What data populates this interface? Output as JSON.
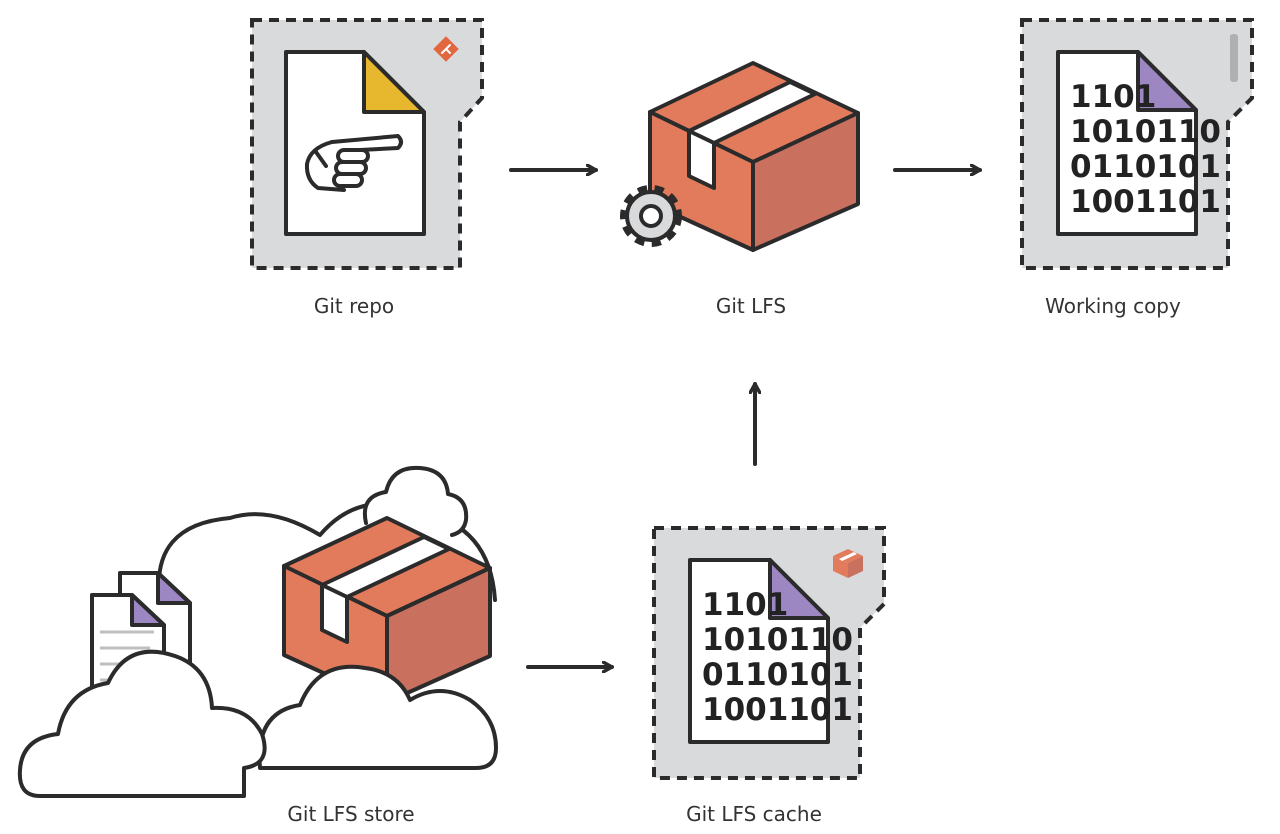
{
  "nodes": {
    "git_repo": {
      "label": "Git repo"
    },
    "git_lfs": {
      "label": "Git LFS"
    },
    "working_copy": {
      "label": "Working copy"
    },
    "lfs_store": {
      "label": "Git LFS store"
    },
    "lfs_cache": {
      "label": "Git LFS cache"
    }
  },
  "binary_lines": [
    "1101",
    "1010110",
    "0110101",
    "1001101"
  ],
  "edges": [
    {
      "from": "git_repo",
      "to": "git_lfs",
      "direction": "right"
    },
    {
      "from": "git_lfs",
      "to": "working_copy",
      "direction": "right"
    },
    {
      "from": "lfs_store",
      "to": "lfs_cache",
      "direction": "right"
    },
    {
      "from": "lfs_cache",
      "to": "git_lfs",
      "direction": "up"
    }
  ],
  "colors": {
    "outline": "#2b2b2b",
    "panel": "#d9dadc",
    "box_front": "#e27b5c",
    "box_side": "#c9705f",
    "box_tape": "#ffffff",
    "fold_yellow": "#e7b82d",
    "fold_purple": "#9d87c3",
    "git_badge": "#e2673f"
  }
}
